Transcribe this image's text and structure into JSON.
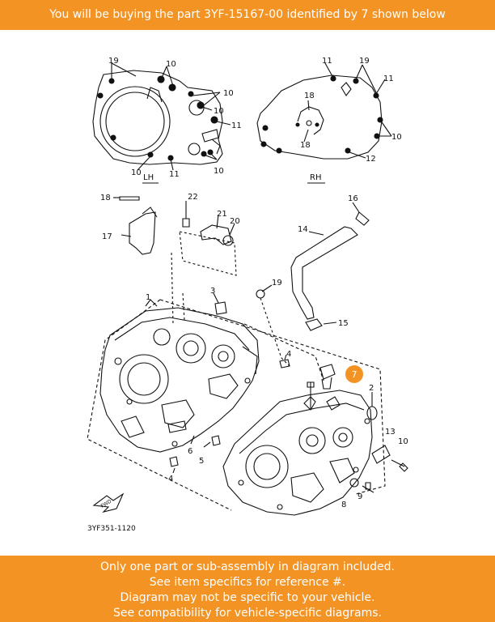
{
  "header": {
    "text": "You will be buying the part 3YF-15167-00 identified by 7 shown below"
  },
  "diagram": {
    "callout_number": "7",
    "highlight_color": "#f39324",
    "labels": {
      "lh": "LH",
      "rh": "RH",
      "code": "3YF351-1120",
      "fwd": "FWD"
    },
    "part_numbers": [
      "1",
      "2",
      "3",
      "4",
      "5",
      "6",
      "8",
      "9",
      "10",
      "11",
      "12",
      "13",
      "14",
      "15",
      "16",
      "17",
      "18",
      "19",
      "20",
      "21",
      "22"
    ]
  },
  "footer": {
    "lines": [
      "Only one part or sub-assembly in diagram included.",
      "See item specifics for reference #.",
      "Diagram may not be specific to your vehicle.",
      "See compatibility for vehicle-specific diagrams."
    ]
  }
}
